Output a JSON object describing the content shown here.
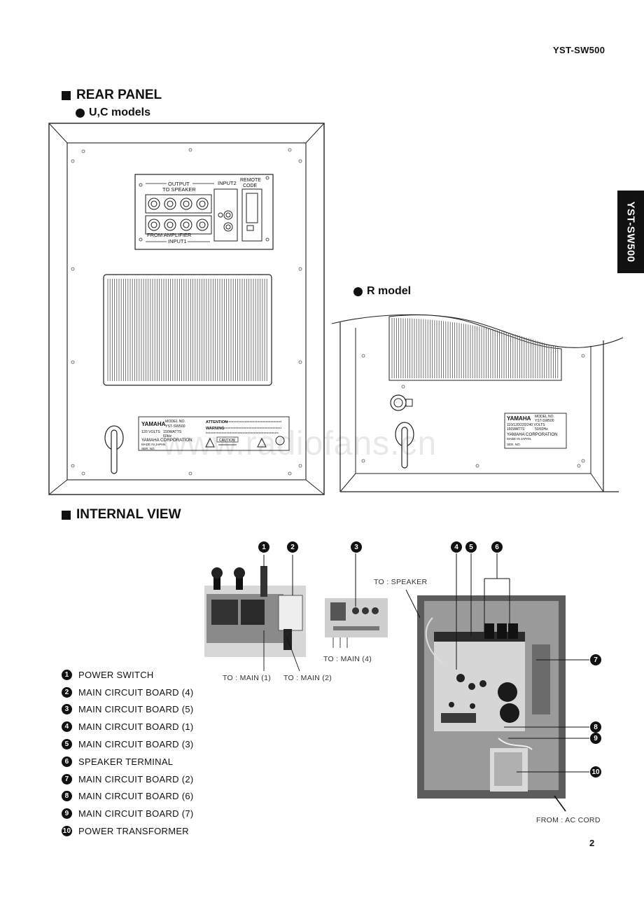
{
  "header": {
    "model_code": "YST-SW500",
    "side_tab": "YST-SW500"
  },
  "rear_panel": {
    "title": "REAR PANEL",
    "uc_label": "U,C models",
    "r_label": "R model",
    "uc_panel": {
      "output_label": "OUTPUT",
      "to_speaker": "TO SPEAKER",
      "input2": "INPUT2",
      "remote_line1": "REMOTE",
      "remote_line2": "CODE",
      "from_amplifier": "FROM AMPLIFIER",
      "input1": "INPUT1"
    },
    "uc_plate": {
      "brand": "YAMAHA",
      "model_no_label": "MODEL NO.",
      "model_no": "YST-SW500",
      "volts": "120 VOLTS",
      "watts": "150WATTS",
      "hz": "60Hz",
      "corporation": "YAMAHA CORPORATION",
      "made_in": "MADE IN JAPAN",
      "serial": "SER. NO.",
      "attention": "ATTENTION",
      "warning": "WARNING",
      "caution": "CAUTION"
    },
    "r_plate": {
      "brand": "YAMAHA",
      "model_no_label": "MODEL NO.",
      "model_no": "YST-SW500",
      "volts": "110/120/220/240 VOLTS",
      "watts": "150WATTS",
      "hz": "50/60Hz",
      "corporation": "YAMAHA CORPORATION",
      "made_in": "MADE IN JAPAN",
      "serial": "SER. NO."
    }
  },
  "watermark": "www.radiofans.cn",
  "internal_view": {
    "title": "INTERNAL VIEW",
    "labels": {
      "to_speaker": "TO : SPEAKER",
      "to_main_4": "TO : MAIN (4)",
      "to_main_1": "TO : MAIN (1)",
      "to_main_2": "TO : MAIN (2)",
      "from_ac_cord": "FROM : AC CORD"
    },
    "legend": [
      {
        "num": "1",
        "label": "POWER SWITCH"
      },
      {
        "num": "2",
        "label": "MAIN CIRCUIT BOARD (4)"
      },
      {
        "num": "3",
        "label": "MAIN CIRCUIT BOARD (5)"
      },
      {
        "num": "4",
        "label": "MAIN CIRCUIT BOARD (1)"
      },
      {
        "num": "5",
        "label": "MAIN CIRCUIT BOARD (3)"
      },
      {
        "num": "6",
        "label": "SPEAKER TERMINAL"
      },
      {
        "num": "7",
        "label": "MAIN CIRCUIT BOARD (2)"
      },
      {
        "num": "8",
        "label": "MAIN CIRCUIT BOARD (6)"
      },
      {
        "num": "9",
        "label": "MAIN CIRCUIT BOARD (7)"
      },
      {
        "num": "10",
        "label": "POWER TRANSFORMER"
      }
    ]
  },
  "page_number": "2"
}
